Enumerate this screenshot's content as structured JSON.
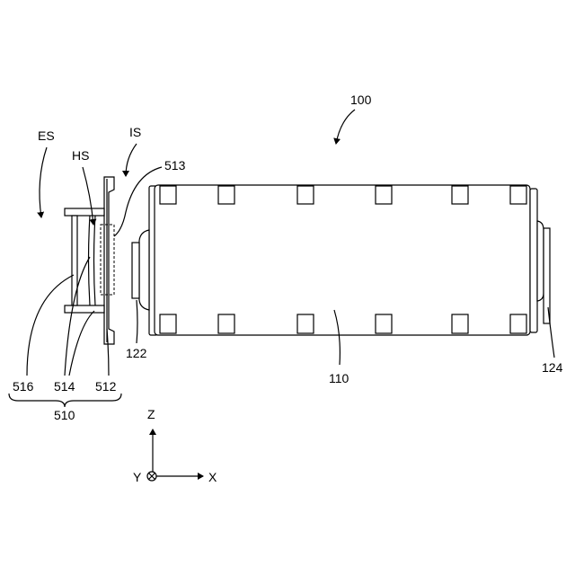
{
  "labels": {
    "ref_100": "100",
    "es": "ES",
    "hs": "HS",
    "is": "IS",
    "ref_513": "513",
    "ref_122": "122",
    "ref_110": "110",
    "ref_124": "124",
    "ref_516": "516",
    "ref_514": "514",
    "ref_512": "512",
    "ref_510": "510"
  },
  "axes": {
    "z": "Z",
    "x": "X",
    "y": "Y"
  }
}
